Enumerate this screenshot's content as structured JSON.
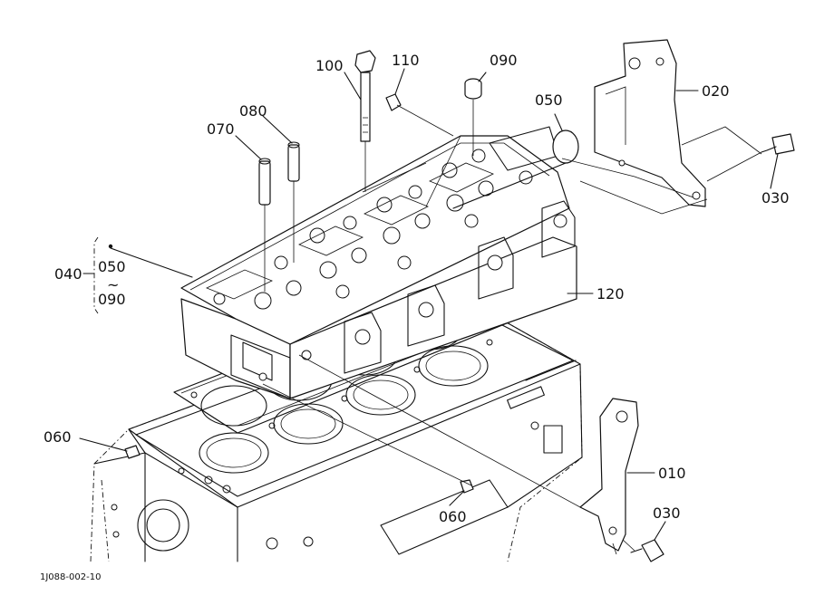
{
  "diagram_id": "1J088-002-10",
  "callouts": [
    {
      "key": "p100",
      "text": "100"
    },
    {
      "key": "p110",
      "text": "110"
    },
    {
      "key": "p090a",
      "text": "090"
    },
    {
      "key": "p020",
      "text": "020"
    },
    {
      "key": "p050",
      "text": "050"
    },
    {
      "key": "p080",
      "text": "080"
    },
    {
      "key": "p070",
      "text": "070"
    },
    {
      "key": "p030a",
      "text": "030"
    },
    {
      "key": "p120",
      "text": "120"
    },
    {
      "key": "p060a",
      "text": "060"
    },
    {
      "key": "p060b",
      "text": "060"
    },
    {
      "key": "p010",
      "text": "010"
    },
    {
      "key": "p030b",
      "text": "030"
    }
  ],
  "group": {
    "label": "040",
    "from": "050",
    "tilde": "~",
    "to": "090"
  }
}
